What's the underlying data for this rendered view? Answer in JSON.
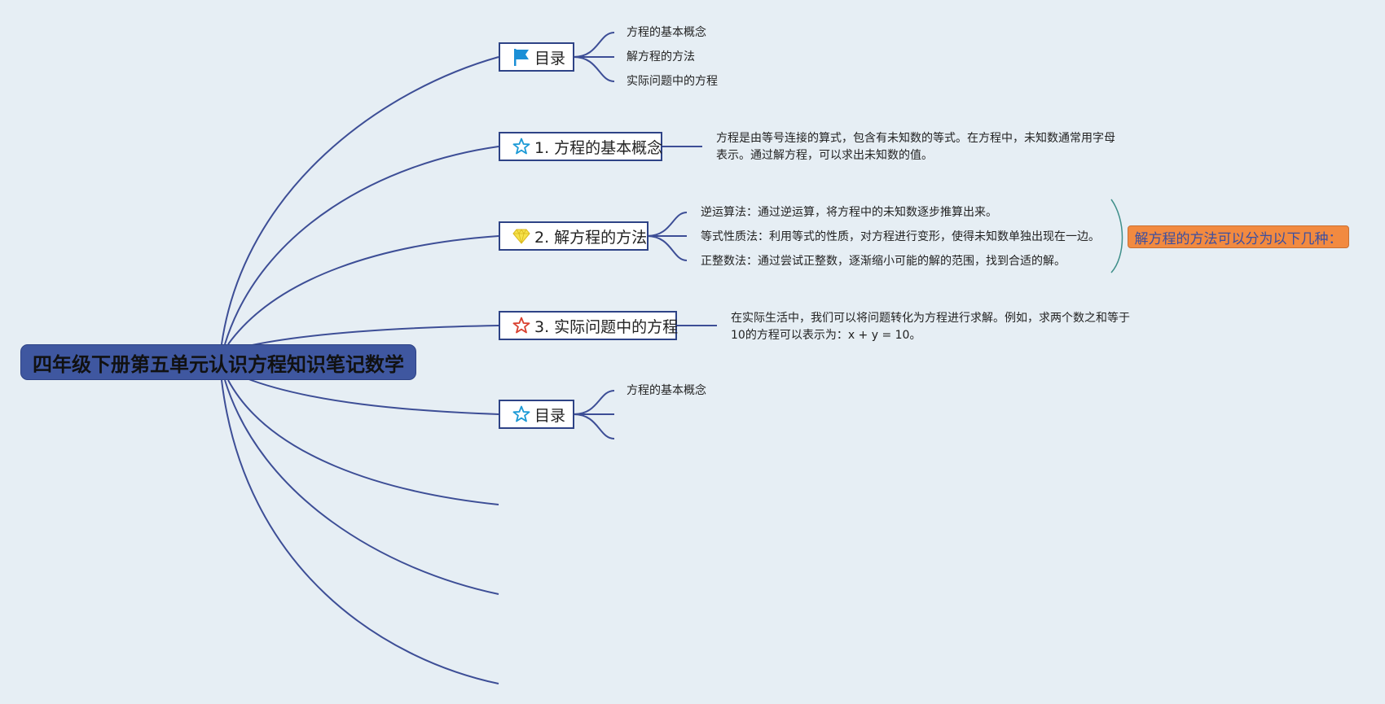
{
  "root": {
    "title": "四年级下册第五单元认识方程知识笔记数学"
  },
  "branches": [
    {
      "label": "目录",
      "icon": "flag-icon",
      "children": [
        "方程的基本概念",
        "解方程的方法",
        "实际问题中的方程"
      ]
    },
    {
      "label": "1. 方程的基本概念",
      "icon": "star-outline-blue-icon",
      "note": "方程是由等号连接的算式，包含有未知数的等式。在方程中，未知数通常用字母表示。通过解方程，可以求出未知数的值。"
    },
    {
      "label": "2. 解方程的方法",
      "icon": "diamond-icon",
      "children": [
        "逆运算法：通过逆运算，将方程中的未知数逐步推算出来。",
        "等式性质法：利用等式的性质，对方程进行变形，使得未知数单独出现在一边。",
        "正整数法：通过尝试正整数，逐渐缩小可能的解的范围，找到合适的解。"
      ],
      "summary": "解方程的方法可以分为以下几种："
    },
    {
      "label": "3. 实际问题中的方程",
      "icon": "star-outline-red-icon",
      "note": "在实际生活中，我们可以将问题转化为方程进行求解。例如，求两个数之和等于10的方程可以表示为：x + y = 10。"
    },
    {
      "label": "目录",
      "icon": "star-outline-blue-icon",
      "children": [
        "方程的基本概念"
      ]
    }
  ],
  "colors": {
    "background": "#e6eef4",
    "line": "#3d4e96",
    "root_fill": "#3f57a0",
    "summary_fill": "#f28a40",
    "summary_text": "#3c4fa0"
  }
}
